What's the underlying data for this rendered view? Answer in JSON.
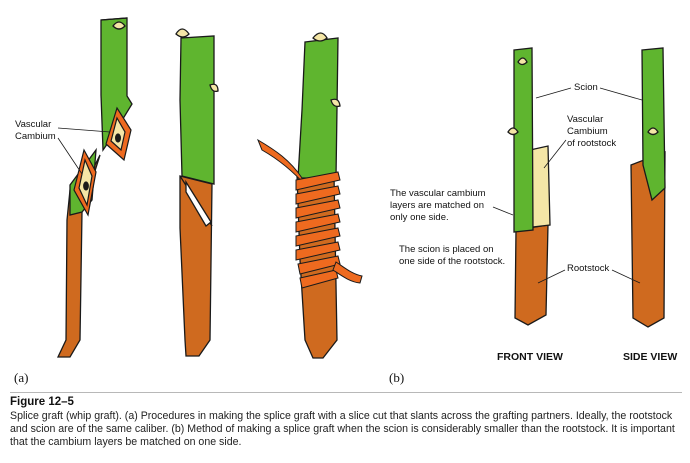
{
  "panels": {
    "a_label": "(a)",
    "b_label": "(b)"
  },
  "labels": {
    "vascular_cambium_a_line1": "Vascular",
    "vascular_cambium_a_line2": "Cambium",
    "scion": "Scion",
    "vascular_cambium_rootstock_line1": "Vascular",
    "vascular_cambium_rootstock_line2": "Cambium",
    "vascular_cambium_rootstock_line3": "of rootstock",
    "matched_line1": "The vascular cambium",
    "matched_line2": "layers are matched on",
    "matched_line3": "only one side.",
    "placed_line1": "The scion is placed on",
    "placed_line2": "one side of the rootstock.",
    "rootstock": "Rootstock",
    "front_view": "FRONT VIEW",
    "side_view": "SIDE VIEW"
  },
  "caption": {
    "title": "Figure 12–5",
    "text": "Splice graft (whip graft). (a) Procedures in making the splice graft with a slice cut that slants across the grafting partners. Ideally, the rootstock and scion are of the same caliber. (b) Method of making a splice graft when the scion is considerably smaller than the rootstock. It is important that the cambium layers be matched on one side."
  },
  "colors": {
    "scion_green": "#5fb52f",
    "rootstock_orange": "#cf6a1f",
    "cambium_orange": "#ee6a1f",
    "cut_face_cream": "#f4e6a6",
    "outline": "#1a1a1a"
  }
}
